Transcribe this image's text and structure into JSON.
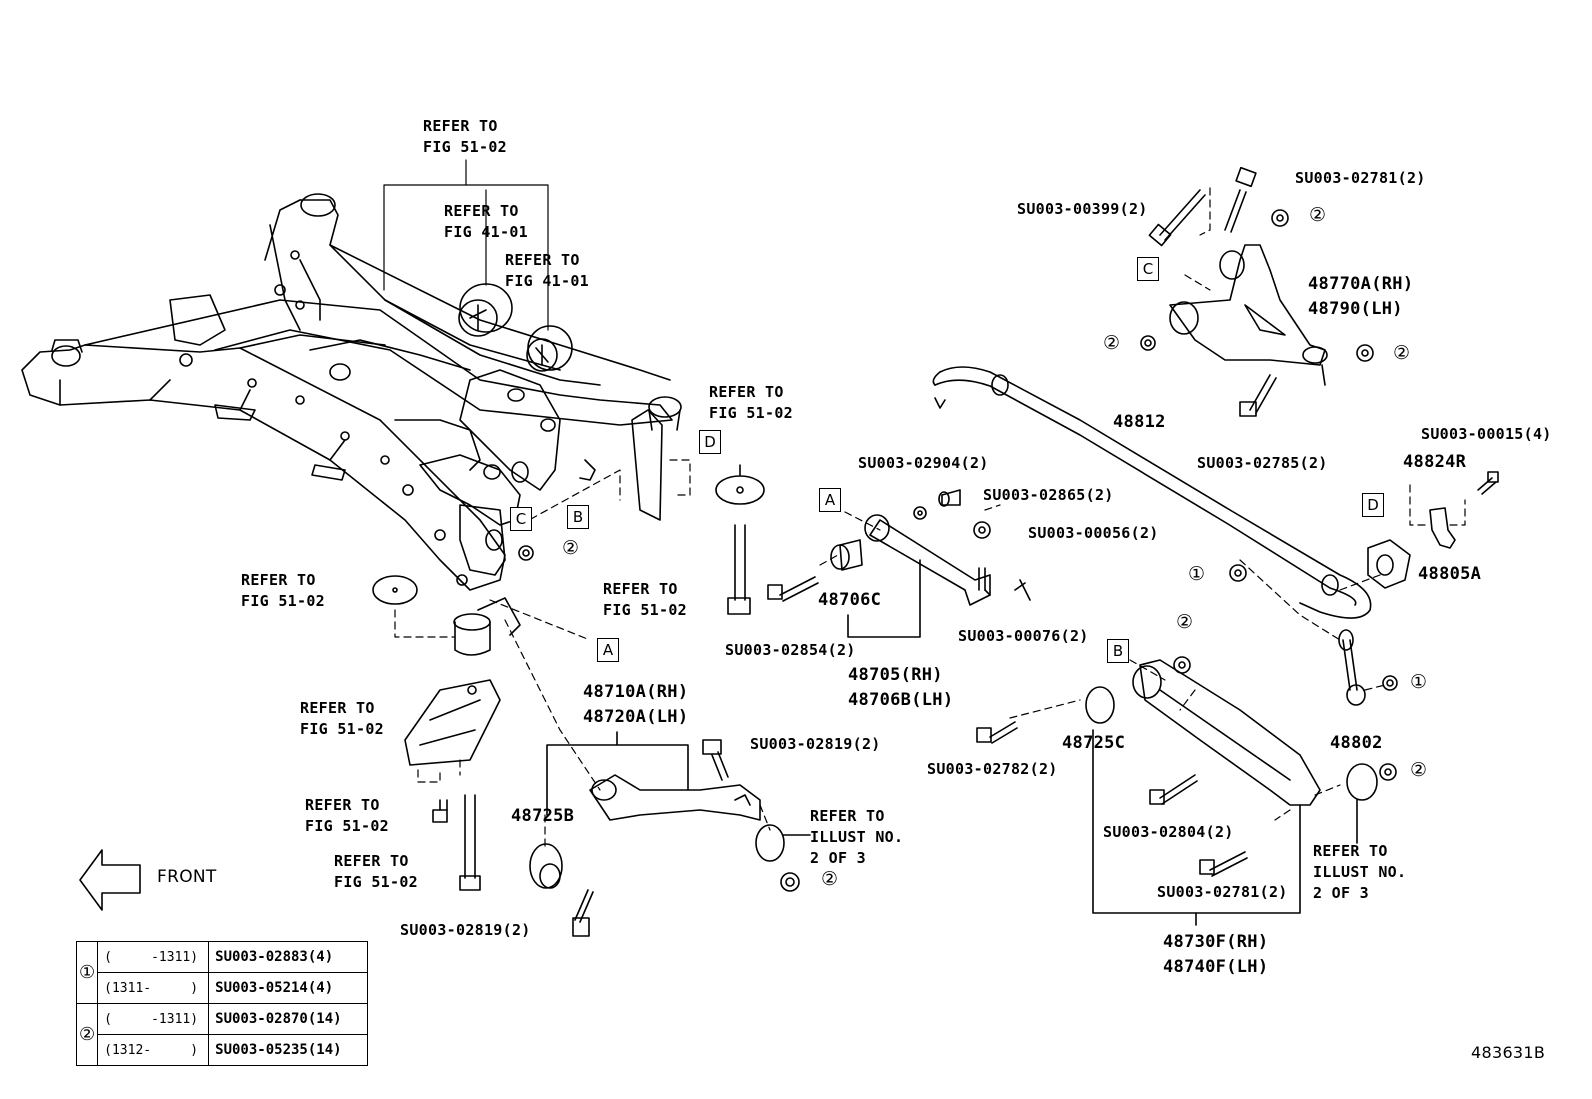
{
  "labels": {
    "refer_fig_51_02": "REFER TO\nFIG 51-02",
    "refer_fig_41_01": "REFER TO\nFIG 41-01",
    "refer_illust_2_of_3": "REFER TO\nILLUST NO.\n2 OF 3",
    "front": "FRONT",
    "su_00399": "SU003-00399(2)",
    "su_02781": "SU003-02781(2)",
    "su_02781_b": "SU003-02781(2)",
    "su_02785": "SU003-02785(2)",
    "su_00015": "SU003-00015(4)",
    "su_02904": "SU003-02904(2)",
    "su_02865": "SU003-02865(2)",
    "su_00056": "SU003-00056(2)",
    "su_00076": "SU003-00076(2)",
    "su_02854": "SU003-02854(2)",
    "su_02819": "SU003-02819(2)",
    "su_02819_b": "SU003-02819(2)",
    "su_02782": "SU003-02782(2)",
    "su_02804": "SU003-02804(2)",
    "p_48770": "48770A(RH)\n48790(LH)",
    "p_48812": "48812",
    "p_48824": "48824R",
    "p_48805": "48805A",
    "p_48706c": "48706C",
    "p_48705": "48705(RH)\n48706B(LH)",
    "p_48710": "48710A(RH)\n48720A(LH)",
    "p_48725b": "48725B",
    "p_48725c": "48725C",
    "p_48802": "48802",
    "p_48730": "48730F(RH)\n48740F(LH)",
    "box_a": "A",
    "box_b": "B",
    "box_c": "C",
    "box_d": "D",
    "circ_1": "①",
    "circ_2": "②",
    "fig_id": "483631B"
  },
  "legend": [
    {
      "num": "①",
      "range": "(     -1311)",
      "part": "SU003-02883(4)"
    },
    {
      "num": "",
      "range": "(1311-     )",
      "part": "SU003-05214(4)"
    },
    {
      "num": "②",
      "range": "(     -1311)",
      "part": "SU003-02870(14)"
    },
    {
      "num": "",
      "range": "(1312-     )",
      "part": "SU003-05235(14)"
    }
  ]
}
